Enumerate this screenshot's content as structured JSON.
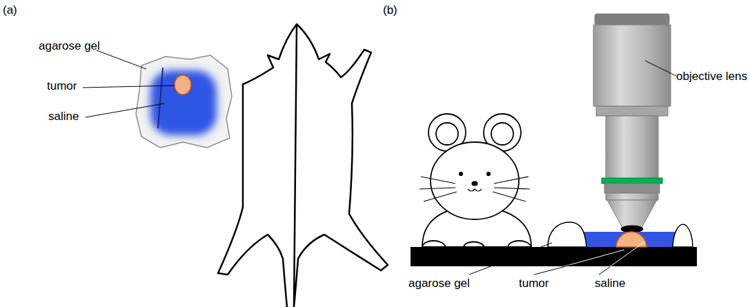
{
  "diagram": {
    "labels": [
      "(a)",
      "agarose gel",
      "tumor",
      "saline",
      "(b)",
      "objective lens",
      "agarose gel",
      "tumor",
      "saline"
    ]
  }
}
